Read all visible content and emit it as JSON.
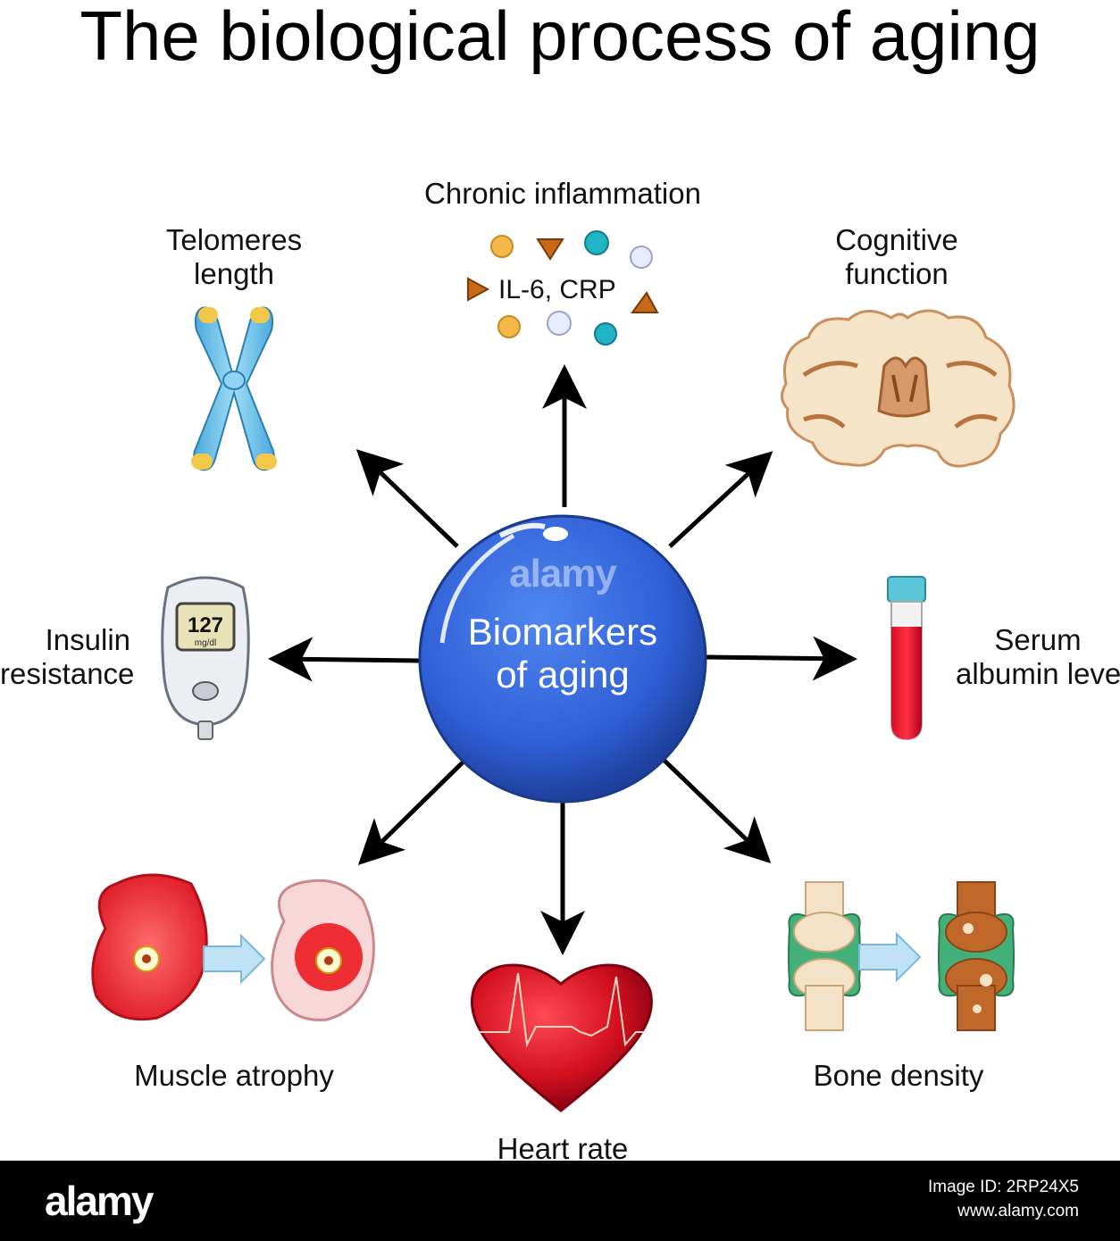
{
  "title": "The biological process of aging",
  "center": {
    "line1": "Biomarkers",
    "line2": "of aging",
    "color": "#2f5fd6"
  },
  "labels": {
    "chronic_inflammation": "Chronic inflammation",
    "cytokines": "IL-6, CRP",
    "telomeres_line1": "Telomeres",
    "telomeres_line2": "length",
    "cognitive_line1": "Cognitive",
    "cognitive_line2": "function",
    "insulin_line1": "Insulin",
    "insulin_line2": "resistance",
    "serum_line1": "Serum",
    "serum_line2": "albumin level",
    "muscle": "Muscle atrophy",
    "heart": "Heart rate",
    "bone": "Bone density"
  },
  "glucometer": {
    "value": "127",
    "unit": "mg/dl"
  },
  "watermark": {
    "center_logo": "alamy",
    "footer_logo": "alamy",
    "image_id_line": "Image ID: 2RP24X5",
    "site": "www.alamy.com"
  },
  "colors": {
    "arrow": "#000000",
    "telomere_cap": "#f2c84b",
    "chromosome": "#6cc3ea",
    "blood": "#c8102e",
    "muscle": "#e0202a",
    "heart": "#c00010",
    "bone_cartilage": "#3aa96a"
  }
}
